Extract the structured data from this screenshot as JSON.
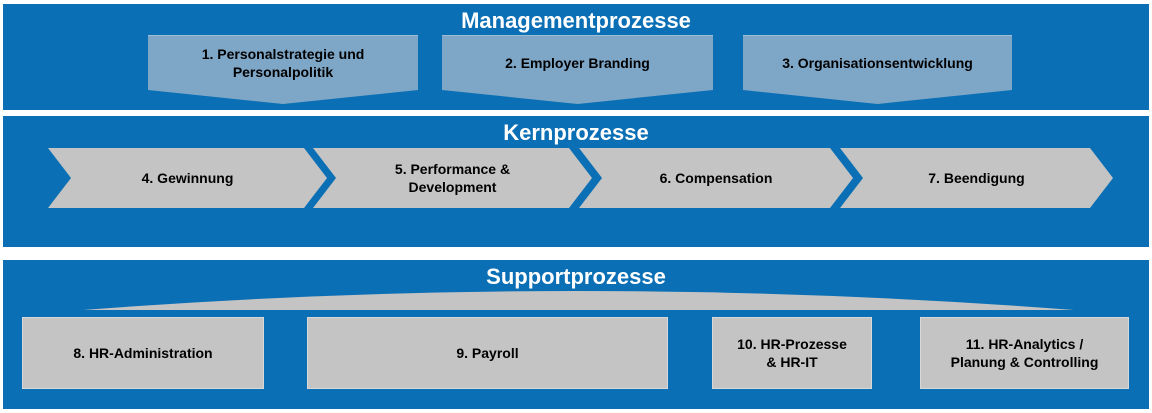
{
  "colors": {
    "page_background": "#ffffff",
    "band_blue": "#0a6fb5",
    "management_item_fill": "#7ea6c6",
    "management_item_border": "#9fbdd5",
    "gray_item_fill": "#c4c4c4",
    "gray_item_border": "#d8d8d8",
    "band_title_color": "#ffffff",
    "item_text_color": "#000000"
  },
  "bands": {
    "management": {
      "title": "Managementprozesse",
      "items": [
        {
          "label": "1. Personalstrategie und\nPersonalpolitik"
        },
        {
          "label": "2. Employer Branding"
        },
        {
          "label": "3. Organisationsentwicklung"
        }
      ]
    },
    "core": {
      "title": "Kernprozesse",
      "items": [
        {
          "label": "4. Gewinnung"
        },
        {
          "label": "5. Performance &\nDevelopment"
        },
        {
          "label": "6. Compensation"
        },
        {
          "label": "7. Beendigung"
        }
      ]
    },
    "support": {
      "title": "Supportprozesse",
      "items": [
        {
          "label": "8. HR-Administration"
        },
        {
          "label": "9. Payroll"
        },
        {
          "label": "10. HR-Prozesse\n& HR-IT"
        },
        {
          "label": "11. HR-Analytics /\nPlanung & Controlling"
        }
      ]
    }
  }
}
